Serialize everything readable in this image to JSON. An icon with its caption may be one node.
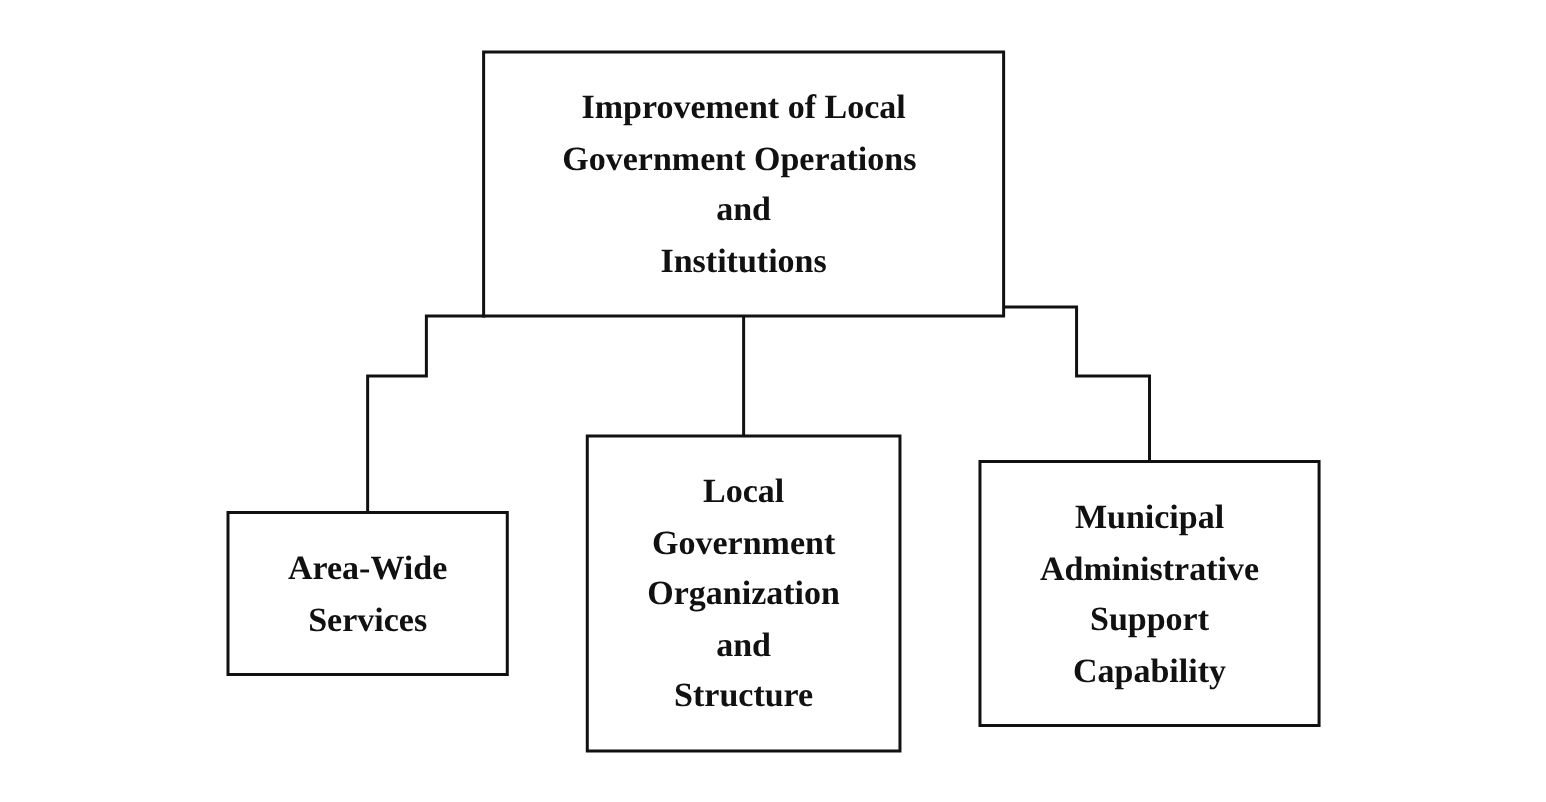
{
  "diagram": {
    "nodes": [
      {
        "text": [
          "Improvement of Local Government Operations and Institutions"
        ]
      },
      {
        "text": [
          "Area-Wide Services"
        ]
      },
      {
        "text": [
          "Local Government Organization and Structure"
        ]
      },
      {
        "text": [
          "Municipal Administrative Support Capability"
        ]
      }
    ],
    "edges": [
      {
        "from": 0,
        "to": 1,
        "arrow": "none"
      },
      {
        "from": 0,
        "to": 2,
        "arrow": "none"
      },
      {
        "from": 0,
        "to": 3,
        "arrow": "none"
      }
    ]
  }
}
